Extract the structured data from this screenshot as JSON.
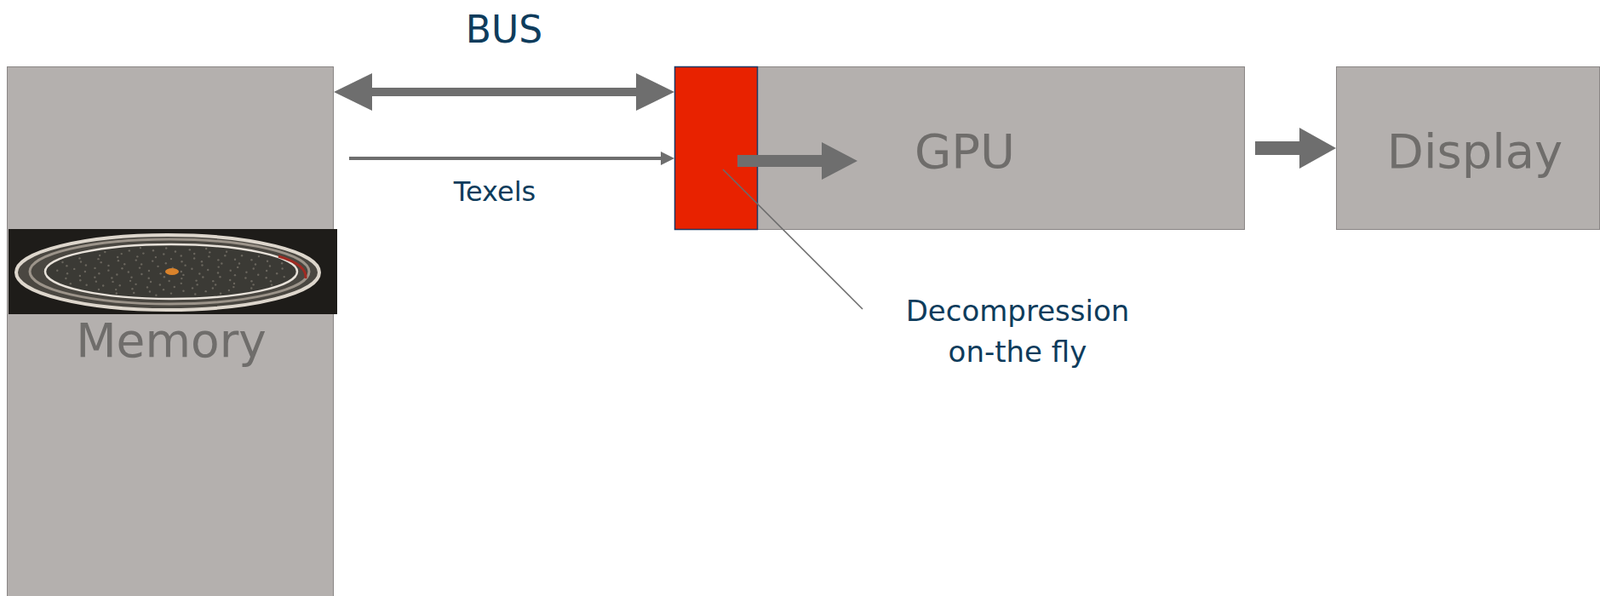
{
  "diagram": {
    "nodes": [
      {
        "text": [
          "Memory"
        ]
      },
      {
        "text": [
          "GPU"
        ]
      },
      {
        "text": [
          "Display"
        ]
      }
    ],
    "edges": [
      {
        "from": 0,
        "to": 1,
        "arrow": "both",
        "label": "BUS"
      },
      {
        "from": 0,
        "to": 1,
        "arrow": "to",
        "label": "Texels"
      },
      {
        "from": 1,
        "to": 2,
        "arrow": "to"
      }
    ],
    "labels": [
      "Decompression on-the fly"
    ]
  }
}
